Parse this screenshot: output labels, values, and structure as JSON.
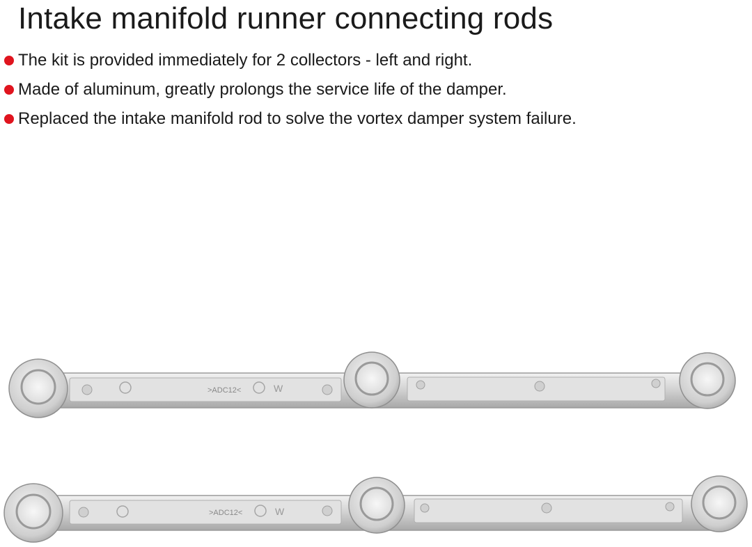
{
  "header": {
    "title": "Intake manifold runner connecting rods"
  },
  "features": [
    {
      "text": "The kit is provided immediately for 2 collectors - left and right."
    },
    {
      "text": "Made of aluminum, greatly prolongs the service life of the damper."
    },
    {
      "text": "Replaced the intake manifold rod to solve the vortex damper system failure."
    }
  ],
  "colors": {
    "bullet": "#e0141e",
    "metal_light": "#e9e9e9",
    "metal_mid": "#c9c9c9",
    "metal_dark": "#9a9a9a"
  },
  "rods": [
    {
      "markings": ">ADC12<"
    },
    {
      "markings": ">ADC12<"
    }
  ]
}
